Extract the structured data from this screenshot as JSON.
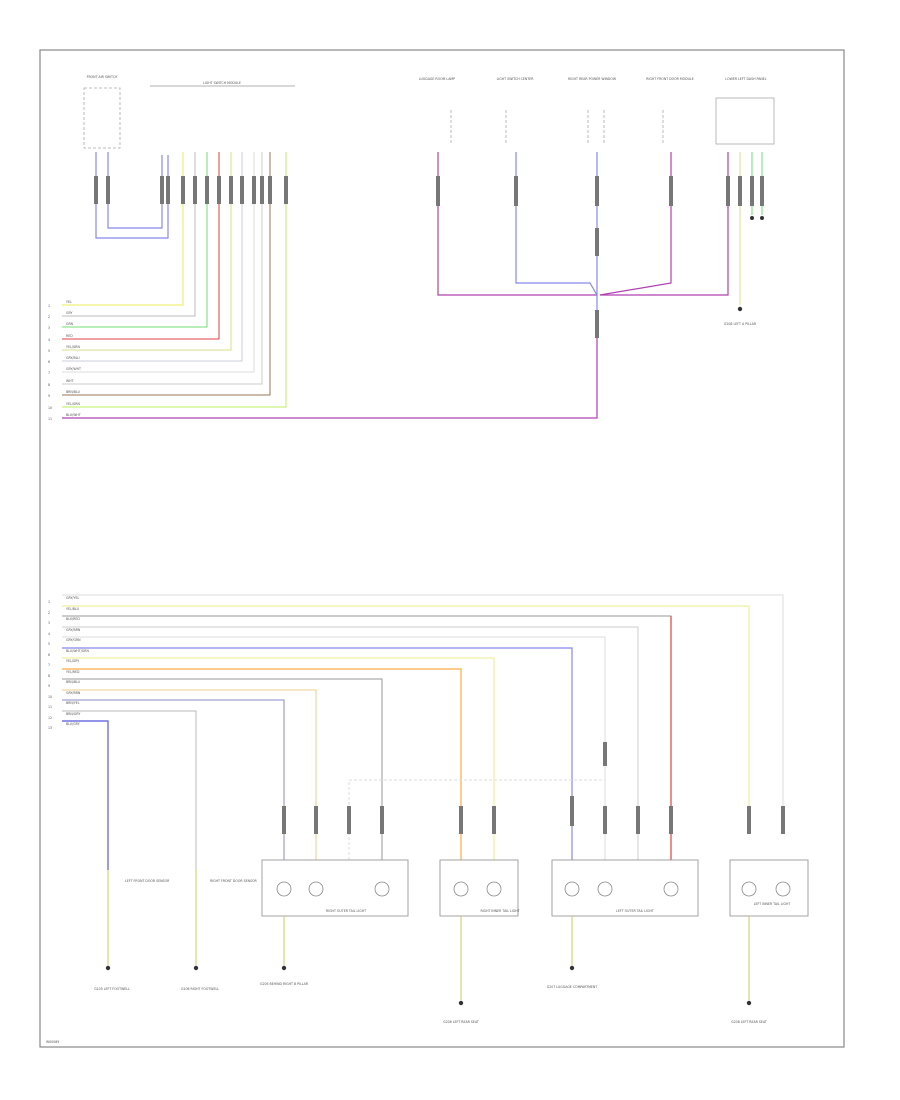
{
  "colors": {
    "frame": "#888888",
    "wire_lavender": "#8888ee",
    "wire_blue": "#7070e0",
    "wire_purple": "#b040b0",
    "wire_green": "#70dd70",
    "wire_yellow": "#eeee55",
    "wire_red": "#e04040",
    "wire_orange": "#ffaa44",
    "wire_gray": "#999999",
    "wire_brown": "#997755",
    "wire_white": "#dddddd",
    "connector": "#777777",
    "text": "#555555"
  },
  "top_left": {
    "switch_label": "FRONT AIR SWITCH",
    "module_label": "LIGHT SWITCH MODULE",
    "bus_labels": [
      "YEL",
      "GRY",
      "GRN",
      "RED",
      "YEL/GRN",
      "GRY/BLU",
      "GRY/WHT",
      "WHT",
      "BRN/BLU",
      "YEL/GRN",
      "BLU/WHT"
    ],
    "bus_numbers": [
      "1",
      "2",
      "3",
      "4",
      "5",
      "6",
      "7",
      "8",
      "9",
      "10",
      "11"
    ]
  },
  "top_right": {
    "component_labels": [
      "LUGGAGE ROOM LAMP",
      "LIGHT SWITCH CENTER",
      "RIGHT REAR POWER WINDOW",
      "RIGHT FRONT DOOR MODULE",
      "LOWER LEFT DASH PANEL"
    ],
    "ground_label": "G208 LEFT A PILLAR"
  },
  "bottom": {
    "bus_labels": [
      "GRY/YEL",
      "YEL/BLU",
      "BLK/RED",
      "GRY/BRN",
      "GRY/GRN",
      "BLU/WHT/GRN",
      "YEL/GRY",
      "YEL/RED",
      "BRN/BLU",
      "GRY/BRN",
      "BRN/YEL",
      "BRN/GRY",
      "BLU/GRY"
    ],
    "bus_numbers": [
      "1",
      "2",
      "3",
      "4",
      "5",
      "6",
      "7",
      "8",
      "9",
      "10",
      "11",
      "12",
      "13"
    ],
    "lamp_labels": [
      "RIGHT OUTER TAIL LIGHT",
      "RIGHT INNER TAIL LIGHT",
      "LEFT OUTER TAIL LIGHT",
      "LEFT INNER TAIL LIGHT"
    ],
    "ground_labels": [
      "G105 LEFT FOOTWELL",
      "G106 RIGHT FOOTWELL",
      "G205 BEHIND RIGHT B PILLAR",
      "G206 LEFT REAR SEAT",
      "G207 LUGGAGE COMPARTMENT",
      "G208 LEFT REAR SEAT"
    ],
    "sensor_labels": [
      "LEFT FRONT DOOR SENSOR",
      "RIGHT FRONT DOOR SENSOR"
    ]
  },
  "footer": {
    "code": "W00069"
  }
}
